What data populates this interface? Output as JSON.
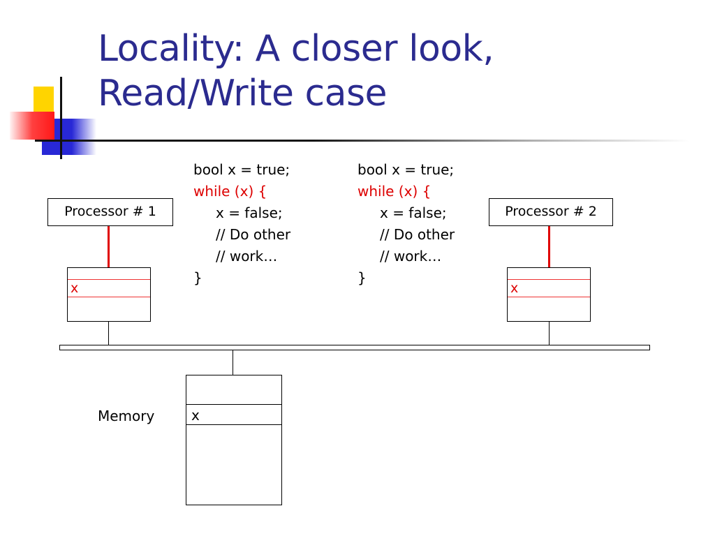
{
  "title": {
    "line1": "Locality: A closer look,",
    "line2": "Read/Write case"
  },
  "colors": {
    "title": "#2b2b8f",
    "keyword": "#dd0000",
    "link": "#e00000"
  },
  "code_left": {
    "line1": "bool x = true;",
    "line2": "while (x) {",
    "line3": "x = false;",
    "line4": "// Do other",
    "line5": "// work…",
    "line6": "}"
  },
  "code_right": {
    "line1": "bool x = true;",
    "line2": "while (x) {",
    "line3": "x = false;",
    "line4": "// Do other",
    "line5": "// work…",
    "line6": "}"
  },
  "processors": [
    {
      "label": "Processor # 1",
      "cache_var": "x"
    },
    {
      "label": "Processor # 2",
      "cache_var": "x"
    }
  ],
  "memory": {
    "label": "Memory",
    "var": "x"
  }
}
